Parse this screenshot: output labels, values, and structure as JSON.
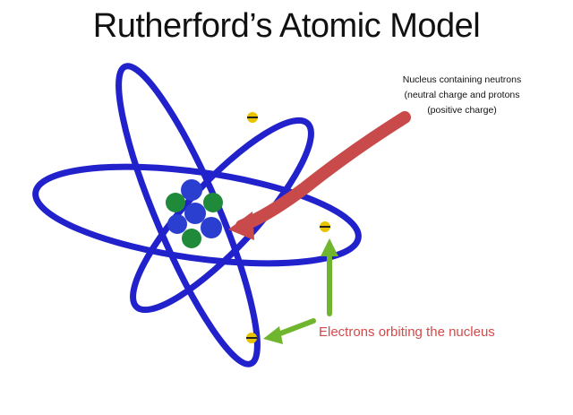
{
  "title": "Rutherford’s Atomic Model",
  "labels": {
    "nucleus_line1": "Nucleus containing neutrons",
    "nucleus_line2": "(neutral charge and protons",
    "nucleus_line3": "(positive charge)",
    "electrons": "Electrons orbiting the nucleus"
  },
  "colors": {
    "orbit": "#2222cc",
    "proton": "#2a3ed0",
    "neutron": "#1e8a3a",
    "electron": "#e8c400",
    "red_arrow": "#c94a4a",
    "green_arrow": "#6fb52d",
    "electron_label": "#d24a4a"
  }
}
